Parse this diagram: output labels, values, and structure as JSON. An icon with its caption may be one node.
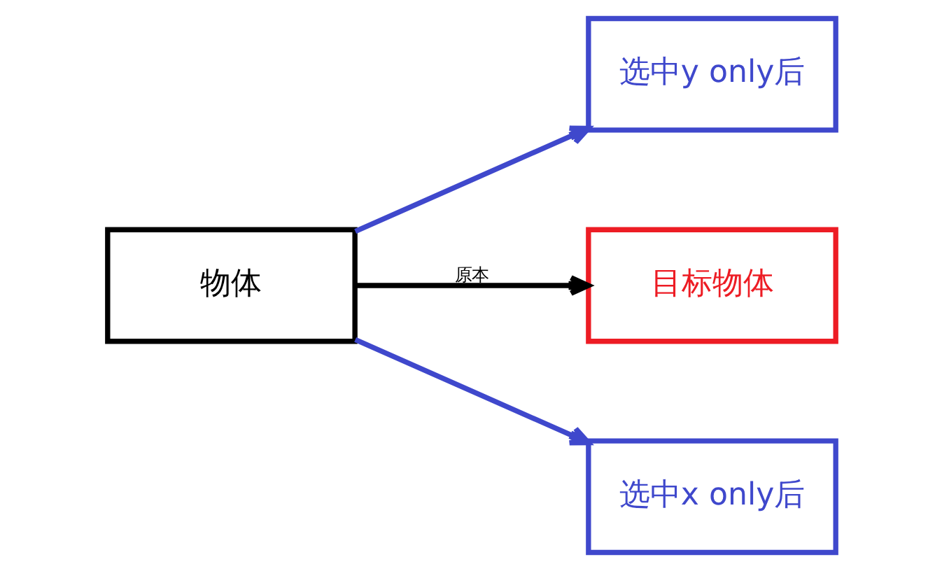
{
  "diagram": {
    "nodes": [
      {
        "text": [
          "选中y only后"
        ]
      },
      {
        "text": [
          "目标物体"
        ]
      },
      {
        "text": [
          "物体"
        ]
      },
      {
        "text": [
          "选中x only后"
        ]
      }
    ],
    "edges": [
      {
        "from": 2,
        "to": 0,
        "arrow": "to"
      },
      {
        "from": 2,
        "to": 1,
        "arrow": "to",
        "label": "原本",
        "color": "#000000"
      },
      {
        "from": 2,
        "to": 3,
        "arrow": "to"
      }
    ]
  }
}
